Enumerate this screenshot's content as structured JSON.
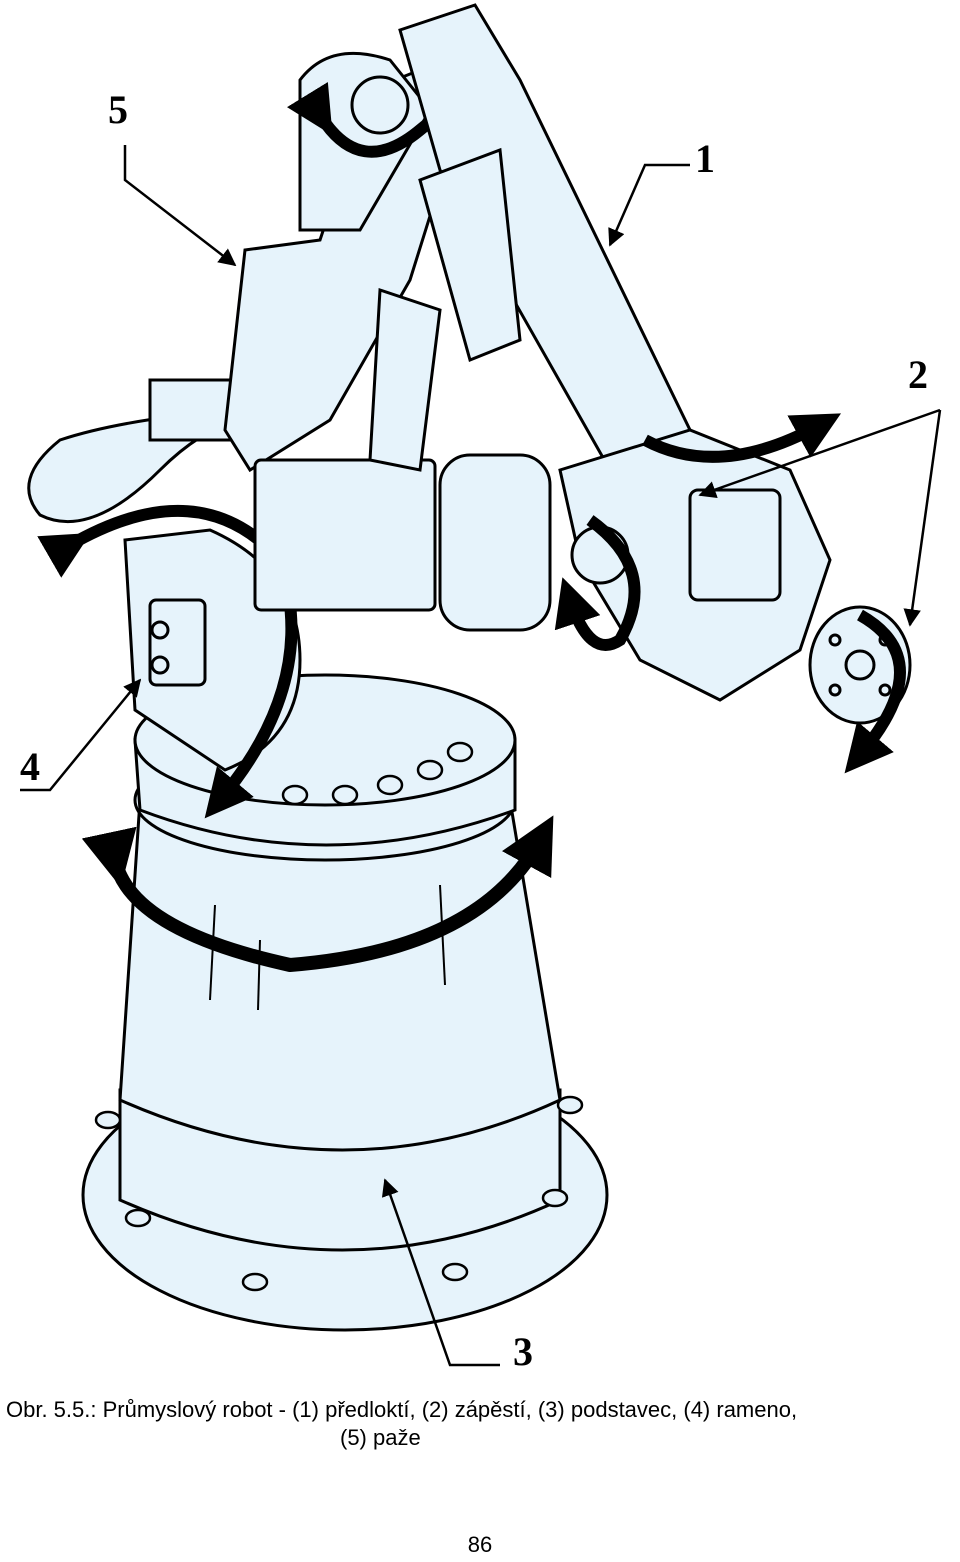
{
  "figure": {
    "callouts": [
      "1",
      "2",
      "3",
      "4",
      "5"
    ],
    "colors": {
      "body_fill": "#e6f3fb",
      "outline": "#000000"
    }
  },
  "caption": {
    "line1": "Obr. 5.5.: Průmyslový robot - (1)  předloktí, (2)  zápěstí, (3) podstavec, (4) rameno,",
    "line2": "(5) paže"
  },
  "page_number": "86"
}
